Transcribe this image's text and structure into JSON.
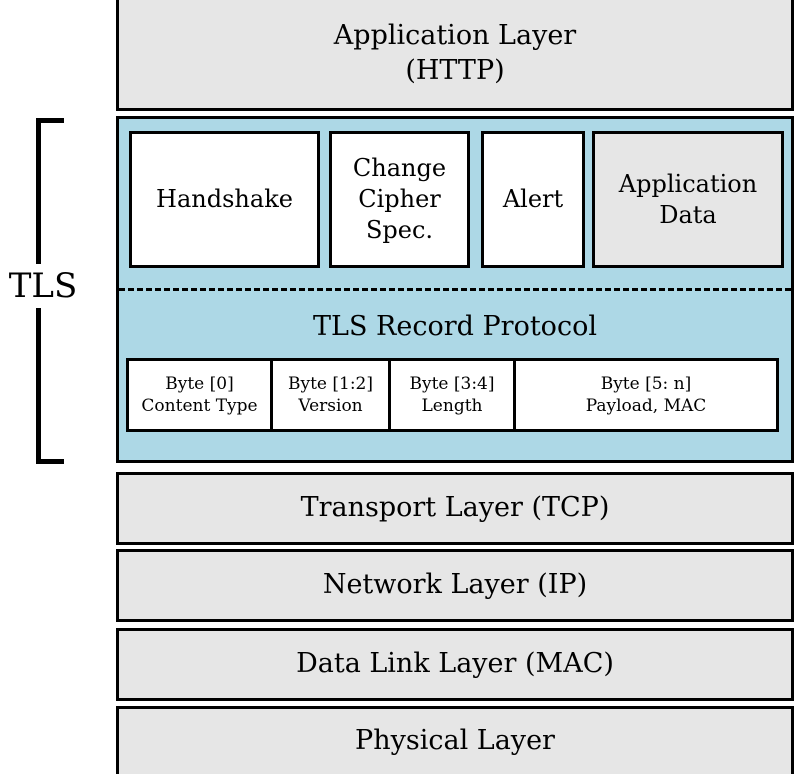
{
  "colors": {
    "layer_fill": "#e6e6e6",
    "tls_fill": "#add8e6",
    "protocol_fill": "#ffffff",
    "app_data_fill": "#e6e6e6",
    "border": "#000000"
  },
  "tls_label": "TLS",
  "application_layer": "Application Layer\n(HTTP)",
  "tls": {
    "protocols": {
      "handshake": "Handshake",
      "change_cipher_spec": "Change\nCipher\nSpec.",
      "alert": "Alert",
      "application_data": "Application\nData"
    },
    "record_protocol_title": "TLS Record Protocol",
    "record_fields": [
      "Byte [0]\nContent Type",
      "Byte [1:2]\nVersion",
      "Byte [3:4]\nLength",
      "Byte [5: n]\nPayload, MAC"
    ]
  },
  "lower_layers": {
    "transport": "Transport Layer (TCP)",
    "network": "Network Layer (IP)",
    "data_link": "Data Link Layer (MAC)",
    "physical": "Physical Layer"
  }
}
